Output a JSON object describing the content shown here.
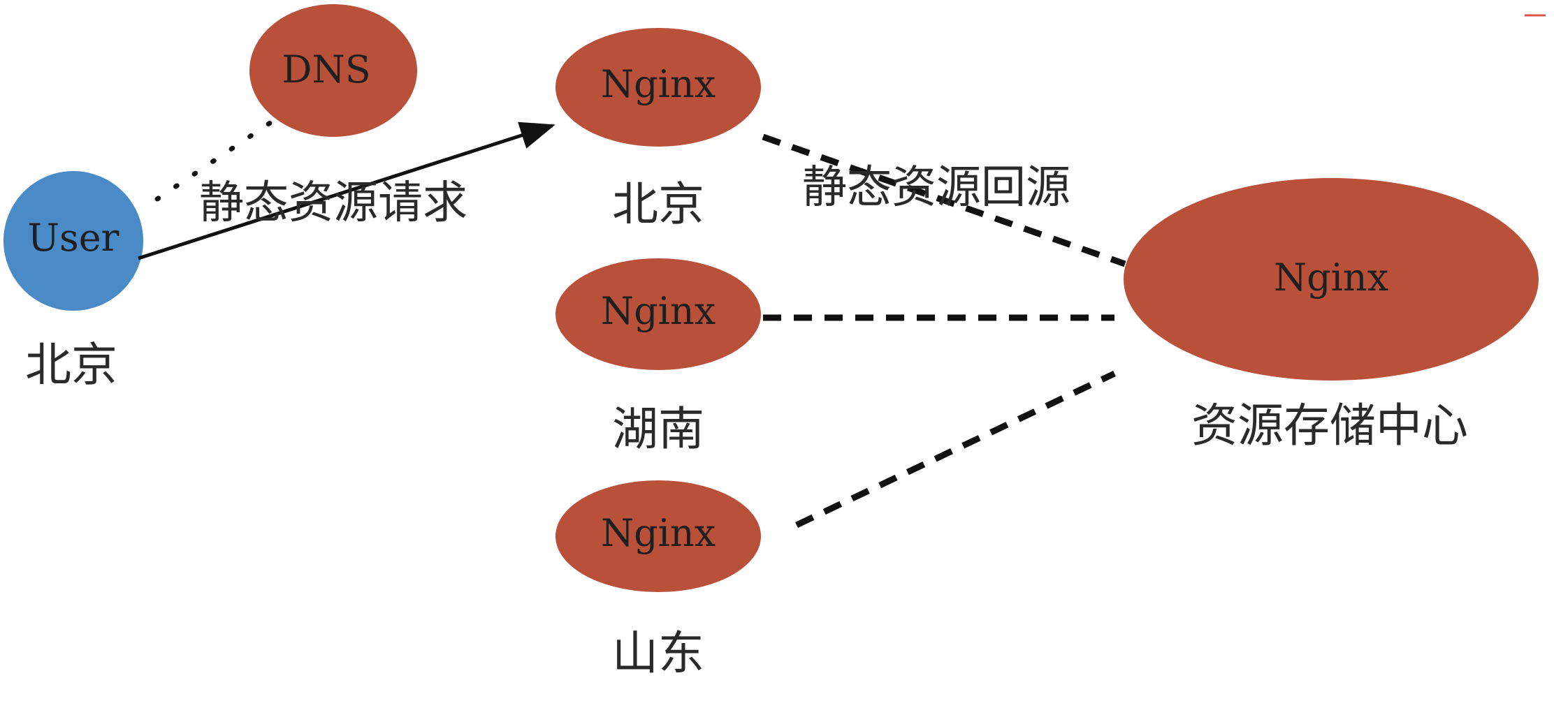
{
  "colors": {
    "user_node": "#4a8ac6",
    "server_node": "#b9503a",
    "edge": "#111111",
    "corner_mark": "#d9534f"
  },
  "nodes": {
    "user": {
      "label": "User",
      "caption": "北京"
    },
    "dns": {
      "label": "DNS"
    },
    "edge_beijing": {
      "label": "Nginx",
      "caption": "北京"
    },
    "edge_hunan": {
      "label": "Nginx",
      "caption": "湖南"
    },
    "edge_shandong": {
      "label": "Nginx",
      "caption": "山东"
    },
    "origin": {
      "label": "Nginx",
      "caption": "资源存储中心"
    }
  },
  "edges": {
    "request_label": "静态资源请求",
    "origin_fetch_label": "静态资源回源"
  }
}
